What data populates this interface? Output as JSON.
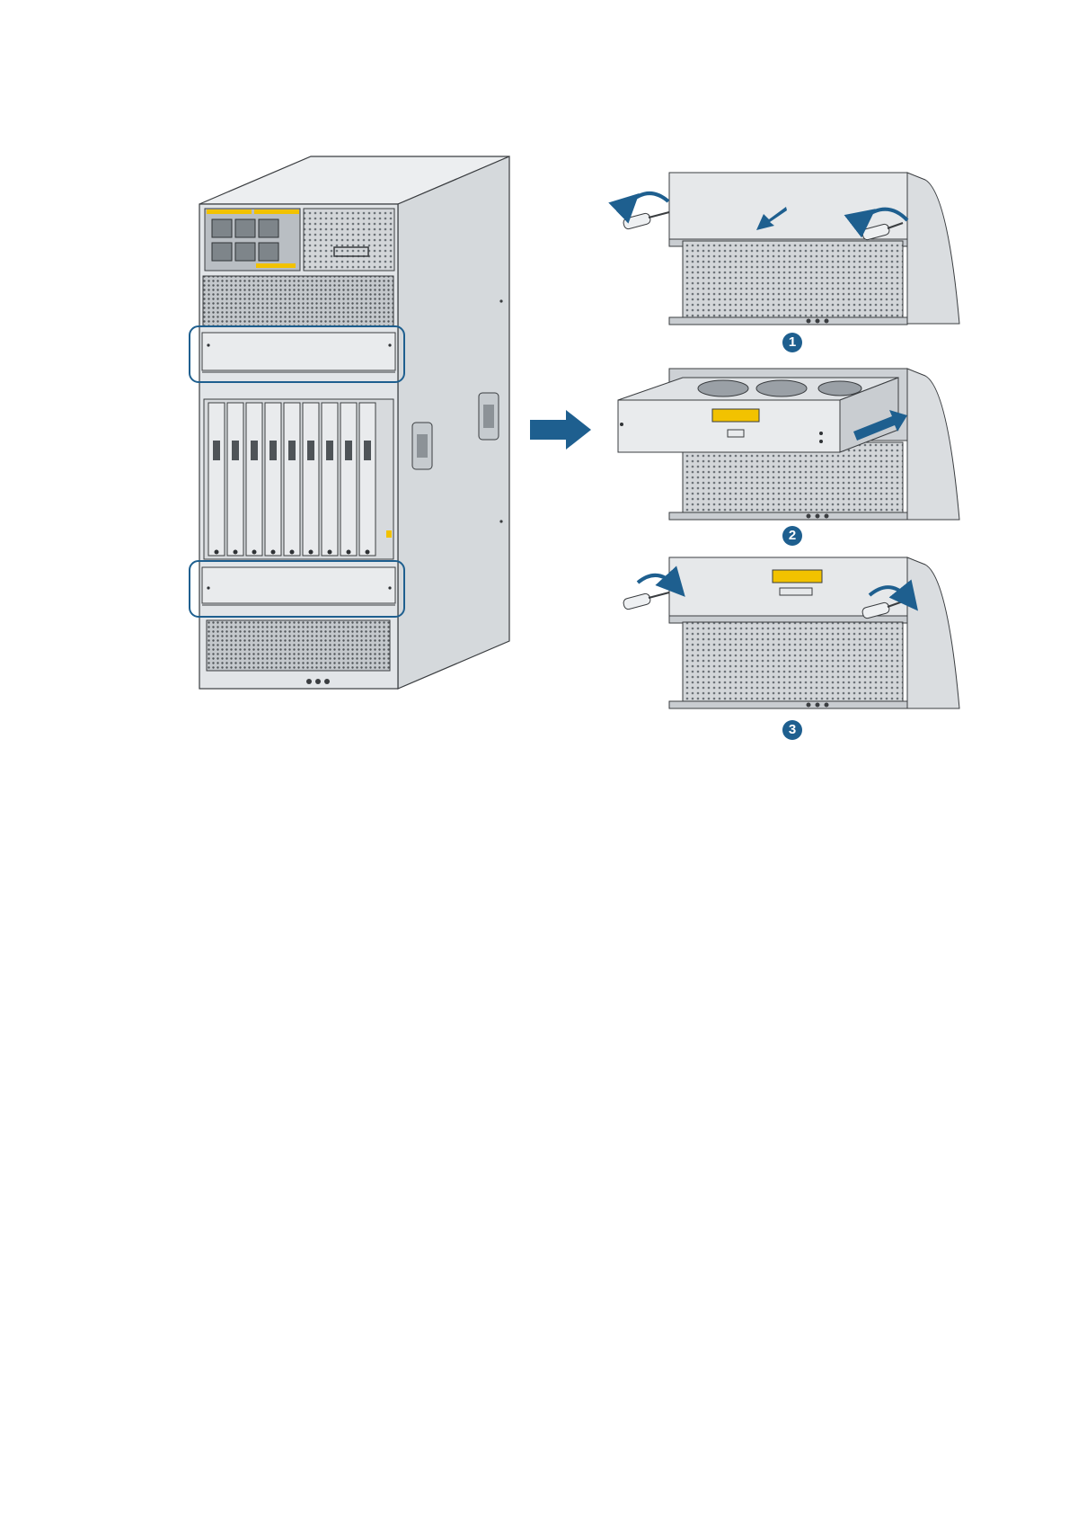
{
  "diagram": {
    "steps": [
      {
        "label": "1"
      },
      {
        "label": "2"
      },
      {
        "label": "3"
      }
    ],
    "colors": {
      "accent": "#1e5f8f",
      "chassis_light": "#e6e8ea",
      "chassis_mid": "#c9cdd1",
      "chassis_dark": "#9aa0a6",
      "outline": "#3a3d40",
      "highlight_box": "#1e5f8f",
      "warning_label": "#f2c200"
    },
    "icons": [
      "chassis-front",
      "fan-tray",
      "screwdriver-icon",
      "rotate-arrow-icon",
      "pull-arrow-icon",
      "push-arrow-icon",
      "transition-arrow-icon",
      "warning-label-icon"
    ]
  }
}
